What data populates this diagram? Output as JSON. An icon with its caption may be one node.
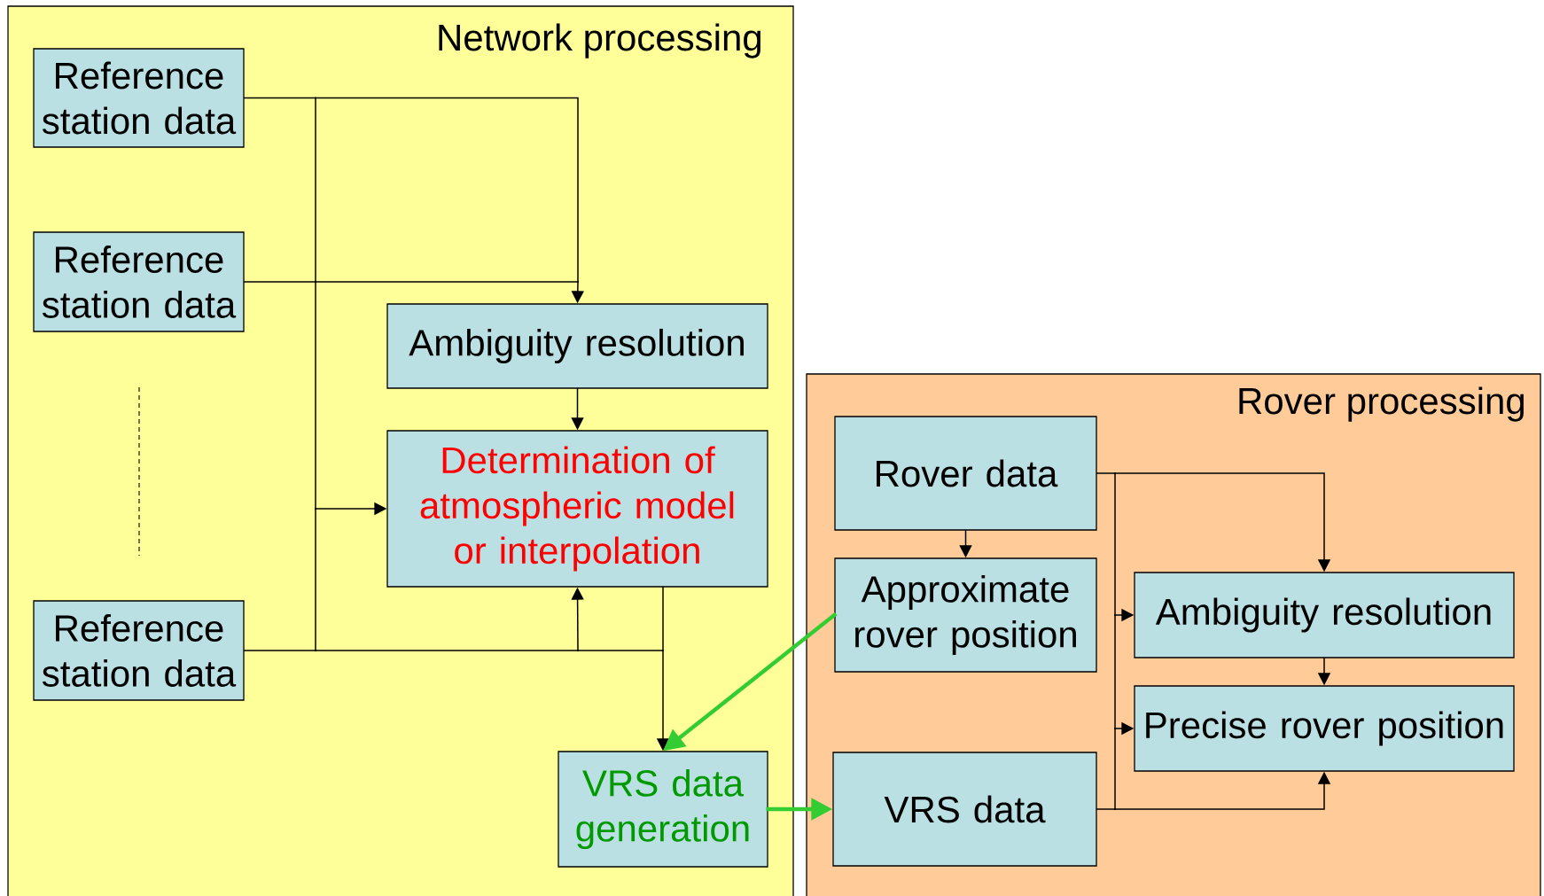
{
  "diagram": {
    "nodes": [
      {
        "text": [
          "Network processing"
        ]
      },
      {
        "text": [
          "Reference station data"
        ],
        "in": 0
      },
      {
        "text": [
          "Reference station data"
        ],
        "in": 0
      },
      {
        "text": [
          "Ambiguity resolution"
        ],
        "in": 0
      },
      {
        "text": [
          "Determination of atmospheric model or interpolation"
        ],
        "in": 0
      },
      {
        "text": [
          "Reference station data"
        ],
        "in": 0
      },
      {
        "text": [
          "VRS data generation"
        ],
        "in": 0
      },
      {
        "text": [
          "Rover processing"
        ]
      },
      {
        "text": [
          "Rover data"
        ],
        "in": 7
      },
      {
        "text": [
          "Approximate rover position"
        ],
        "in": 7
      },
      {
        "text": [
          "Ambiguity resolution"
        ],
        "in": 7
      },
      {
        "text": [
          "Precise rover position"
        ],
        "in": 7
      },
      {
        "text": [
          "VRS data"
        ],
        "in": 7
      }
    ],
    "edges": [
      {
        "from": 1,
        "to": 3,
        "arrow": "to"
      },
      {
        "from": 2,
        "to": 3,
        "arrow": "to"
      },
      {
        "from": 5,
        "to": 3,
        "arrow": "to"
      },
      {
        "from": 1,
        "to": 4,
        "arrow": "to"
      },
      {
        "from": 2,
        "to": 4,
        "arrow": "to"
      },
      {
        "from": 5,
        "to": 4,
        "arrow": "to"
      },
      {
        "from": 1,
        "to": 6,
        "arrow": "to"
      },
      {
        "from": 2,
        "to": 6,
        "arrow": "to"
      },
      {
        "from": 5,
        "to": 6,
        "arrow": "to"
      },
      {
        "from": 3,
        "to": 4,
        "arrow": "to"
      },
      {
        "from": 4,
        "to": 6,
        "arrow": "to"
      },
      {
        "from": 9,
        "to": 6,
        "arrow": "to",
        "style": "thick",
        "color": "#33cc33"
      },
      {
        "from": 6,
        "to": 12,
        "arrow": "to",
        "style": "thick",
        "color": "#33cc33"
      },
      {
        "from": 8,
        "to": 9,
        "arrow": "to"
      },
      {
        "from": 8,
        "to": 10,
        "arrow": "to"
      },
      {
        "from": 8,
        "to": 11,
        "arrow": "to"
      },
      {
        "from": 12,
        "to": 10,
        "arrow": "to"
      },
      {
        "from": 12,
        "to": 11,
        "arrow": "to"
      },
      {
        "from": 10,
        "to": 11,
        "arrow": "to"
      }
    ]
  }
}
